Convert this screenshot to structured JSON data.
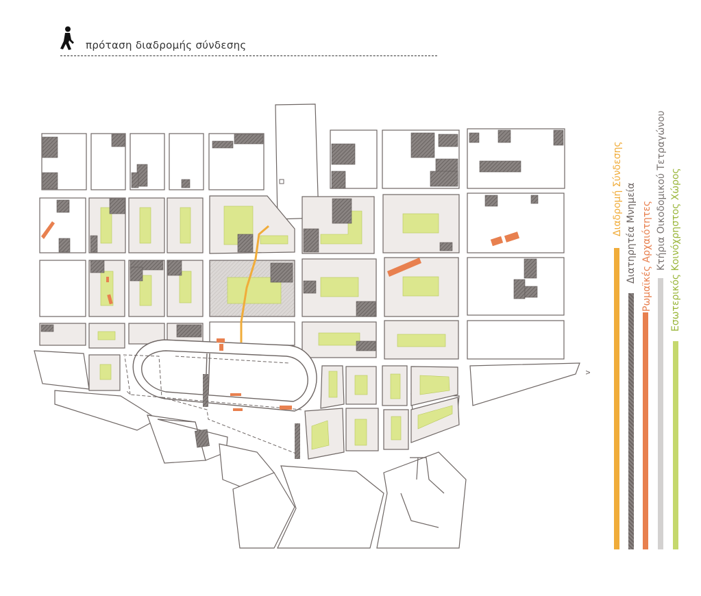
{
  "header": {
    "icon": "pedestrian-icon",
    "title": "πρόταση διαδρομής σύνδεσης"
  },
  "colors": {
    "route": "#f0ac3a",
    "monuments": "#6e6664",
    "roman": "#e8804f",
    "block_buildings": "#d3d1d0",
    "courtyard": "#c5d86d",
    "block_fill": "#efebe9",
    "outline": "#6e6664"
  },
  "legend": [
    {
      "label": "Διαδρομή  Σύνδεσης",
      "color": "#f0ac3a"
    },
    {
      "label": "Διατηρητέα  Μνημεία",
      "color": "#6e6664"
    },
    {
      "label": "Ρωμαϊκές Αρχαιότητες",
      "color": "#e8804f"
    },
    {
      "label": "Κτήρια Οικοδομικού Τετραγώνου",
      "color": "#7a7472"
    },
    {
      "label": "Εσωτερικός Κοινόχρηστος Χώρος",
      "color": "#9ab63a"
    }
  ],
  "map": {
    "north_arrow_symbol": "v"
  }
}
